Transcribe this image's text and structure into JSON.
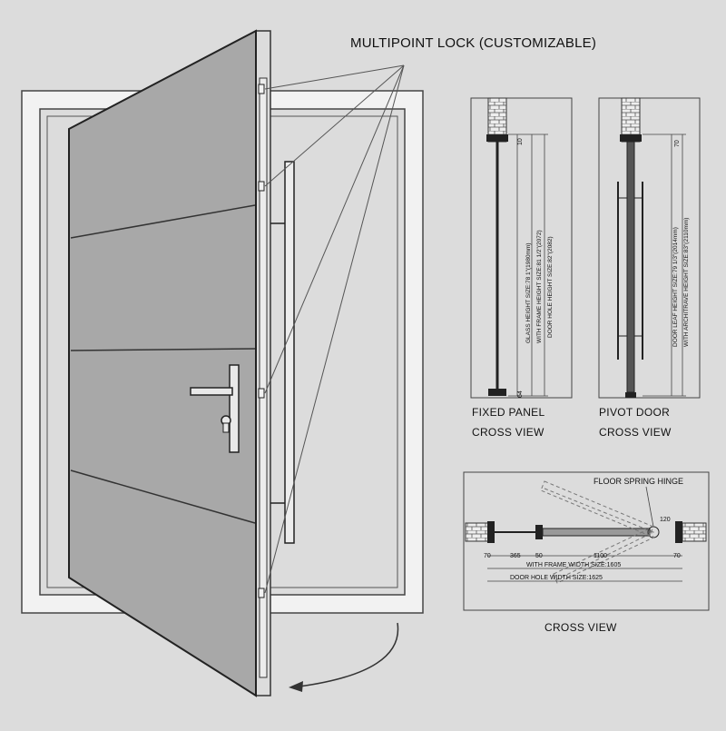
{
  "title": "MULTIPOINT LOCK (CUSTOMIZABLE)",
  "fixed_panel": {
    "caption_line1": "FIXED PANEL",
    "caption_line2": "CROSS VIEW",
    "dims": [
      "GLASS HEIGHT SIZE:78 1\"(1980mm)",
      "WITH FRAME HEIGHT SIZE:81 1/2\"(2072)",
      "DOOR HOLE HEIGHT SIZE:82\"(2082)"
    ],
    "top_mark": "10",
    "bottom_mark": "64"
  },
  "pivot_door": {
    "caption_line1": "PIVOT DOOR",
    "caption_line2": "CROSS VIEW",
    "dims": [
      "DOOR LEAF HEIGHT SIZE:79 1/3\"(2014mm)",
      "WITH ARCHITRAVE HEIGHT SIZE:83\"(2110mm)"
    ],
    "top_mark": "70"
  },
  "plan_view": {
    "hinge_label": "FLOOR SPRING HINGE",
    "caption": "CROSS VIEW",
    "dim_120": "120",
    "dim_70a": "70",
    "dim_365": "365",
    "dim_50": "50",
    "dim_1100": "1100",
    "dim_70b": "70",
    "frame_width": "WITH FRAME WIDTH SIZE:1605",
    "hole_width": "DOOR HOLE WIDTH SIZE:1625"
  },
  "colors": {
    "background": "#dcdcdc",
    "door_panel": "#a8a8a8",
    "frame": "#f2f2f2",
    "line": "#333333"
  }
}
